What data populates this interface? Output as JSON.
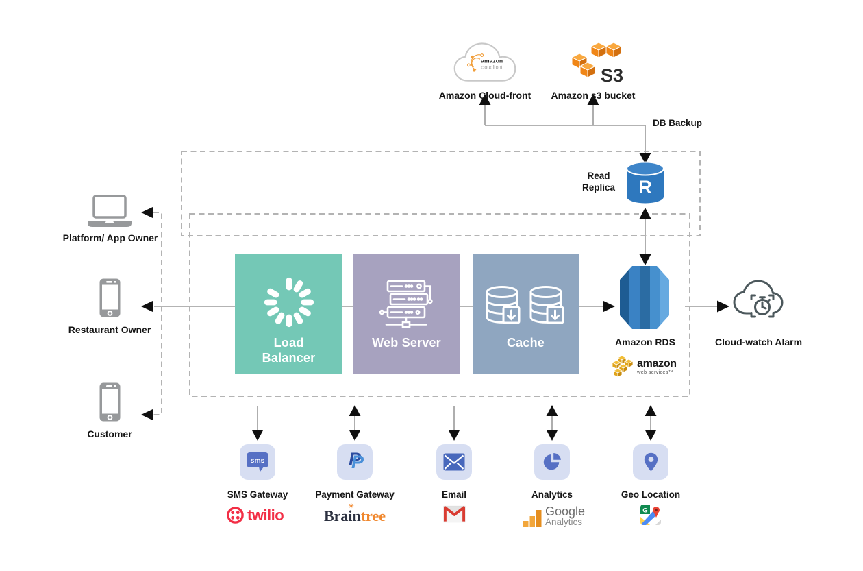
{
  "top": {
    "cloudfront_label": "Amazon Cloud-front",
    "cloudfront_logo_line1": "amazon",
    "cloudfront_logo_line2": "cloudfront",
    "s3_label": "Amazon s3 bucket",
    "s3_logo": "S3",
    "db_backup": "DB Backup"
  },
  "replica": {
    "line1": "Read",
    "line2": "Replica",
    "letter": "R"
  },
  "actors": [
    {
      "label": "Platform/ App Owner"
    },
    {
      "label": "Restaurant Owner"
    },
    {
      "label": "Customer"
    }
  ],
  "pipeline": [
    {
      "line1": "Load",
      "line2": "Balancer"
    },
    {
      "line1": "Web Server"
    },
    {
      "line1": "Cache"
    }
  ],
  "rds": {
    "label": "Amazon RDS"
  },
  "aws_logo": {
    "line1": "amazon",
    "line2": "web services™"
  },
  "cloudwatch": {
    "label": "Cloud-watch Alarm"
  },
  "services": [
    {
      "label": "SMS Gateway"
    },
    {
      "label": "Payment Gateway"
    },
    {
      "label": "Email"
    },
    {
      "label": "Analytics"
    },
    {
      "label": "Geo Location"
    }
  ],
  "brands": {
    "twilio": "twilio",
    "braintree_part1": "Brain",
    "braintree_part2": "tree",
    "braintree_star": "✳",
    "google_line1": "Google",
    "google_line2": "Analytics",
    "maps_g": "G"
  },
  "icon_texts": {
    "sms": "sms",
    "paypal": "P"
  },
  "colors": {
    "load_balancer": "#74C8B6",
    "web_server": "#A7A2BF",
    "cache": "#8FA6C0",
    "service_tile": "#D7DEF2",
    "service_icon": "#5670C4",
    "replica_blue": "#2E78BE",
    "rds_blues": [
      "#1E5C93",
      "#3A82C4",
      "#2B6CA3",
      "#4690CE",
      "#66A9E0"
    ],
    "aws_orange": "#F08C1E",
    "twilio_red": "#F22F46",
    "braintree_navy": "#2B303F",
    "braintree_orange": "#F0872D",
    "line_gray": "#9A9A9A",
    "dash_gray": "#B3B3B3",
    "device_gray": "#97999B"
  }
}
